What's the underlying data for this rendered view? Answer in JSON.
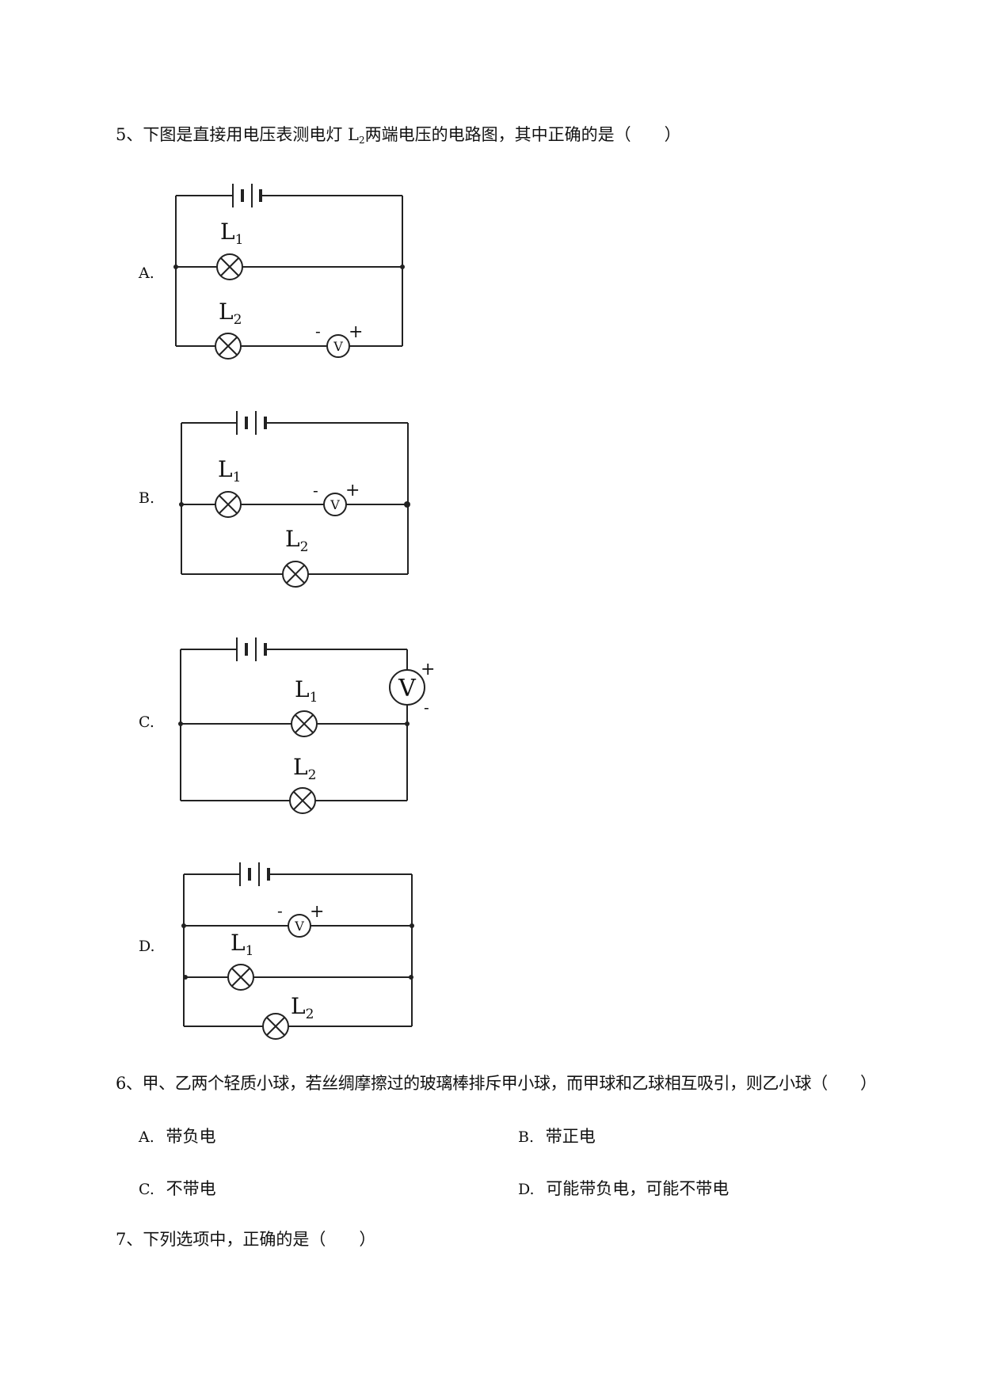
{
  "q5": {
    "prefix": "5、下图是直接用电压表测电灯 L",
    "sub": "2",
    "suffix": "两端电压的电路图，其中正确的是（　　）",
    "options": [
      "A.",
      "B.",
      "C.",
      "D."
    ]
  },
  "circuit": {
    "lamp1": "L",
    "lamp1_sub": "1",
    "lamp2": "L",
    "lamp2_sub": "2",
    "meter": "V",
    "plus": "+",
    "minus": "-"
  },
  "q6": {
    "stem": "6、甲、乙两个轻质小球，若丝绸摩擦过的玻璃棒排斥甲小球，而甲球和乙球相互吸引，则乙小球（　　）",
    "options": [
      {
        "letter": "A.",
        "text": "带负电"
      },
      {
        "letter": "B.",
        "text": "带正电"
      },
      {
        "letter": "C.",
        "text": "不带电"
      },
      {
        "letter": "D.",
        "text": "可能带负电，可能不带电"
      }
    ]
  },
  "q7": {
    "stem": "7、下列选项中，正确的是（　　）"
  }
}
